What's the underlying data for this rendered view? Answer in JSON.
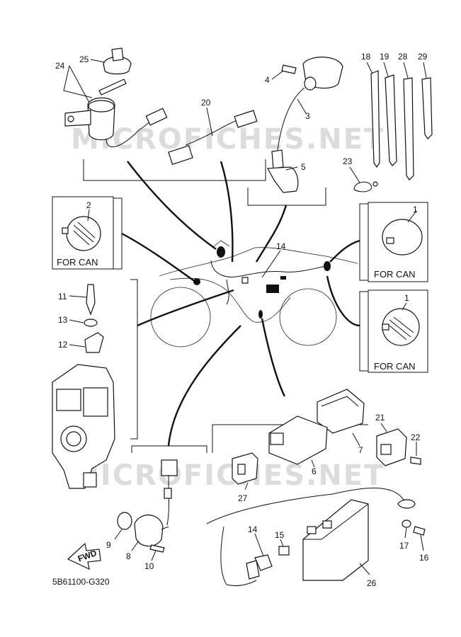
{
  "diagram_code": "5B61100-G320",
  "watermarks": [
    "MICROFICHES.NET",
    "MICROFICHES.NET"
  ],
  "fwd_label": "FWD",
  "can_label": "FOR CAN",
  "callouts": {
    "c1a": "1",
    "c1b": "1",
    "c2": "2",
    "c3": "3",
    "c4": "4",
    "c5": "5",
    "c6": "6",
    "c7": "7",
    "c8": "8",
    "c9": "9",
    "c10": "10",
    "c11": "11",
    "c12": "12",
    "c13": "13",
    "c14a": "14",
    "c14b": "14",
    "c15": "15",
    "c16": "16",
    "c17": "17",
    "c18": "18",
    "c19": "19",
    "c20": "20",
    "c21": "21",
    "c22": "22",
    "c23": "23",
    "c24": "24",
    "c25": "25",
    "c26": "26",
    "c27": "27",
    "c28": "28",
    "c29": "29"
  },
  "colors": {
    "ink": "#111111",
    "watermark": "#dcdcdc",
    "paper": "#ffffff"
  }
}
